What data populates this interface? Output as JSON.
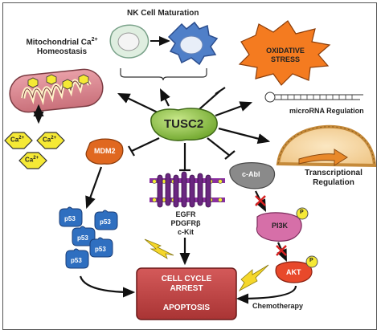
{
  "center": "TUSC2",
  "nk": {
    "title": "NK Cell Maturation"
  },
  "mito": {
    "title_line1": "Mitochondrial Ca",
    "title_sup": "2+",
    "title_line2": "Homeostasis"
  },
  "calcium": {
    "label": "Ca",
    "sup": "2+"
  },
  "oxidative": {
    "line1": "OXIDATIVE",
    "line2": "STRESS"
  },
  "microrna": {
    "label": "microRNA Regulation"
  },
  "transcription": {
    "line1": "Transcriptional",
    "line2": "Regulation"
  },
  "mdm2": {
    "label": "MDM2"
  },
  "p53": {
    "label": "p53"
  },
  "receptors": {
    "line1": "EGFR",
    "line2": "PDGFRβ",
    "line3": "c-Kit"
  },
  "cabl": {
    "label": "c-Abl"
  },
  "pi3k": {
    "label": "PI3K"
  },
  "akt": {
    "label": "AKT"
  },
  "phospho": {
    "label": "P"
  },
  "outcome": {
    "line1": "CELL CYCLE",
    "line2": "ARREST",
    "line3": "APOPTOSIS"
  },
  "chemo": {
    "label": "Chemotherapy"
  },
  "colors": {
    "tusc2": "#9bc94a",
    "outcome": "#c6494a",
    "pi3k": "#d66fa8",
    "akt": "#e8492b",
    "p53": "#2f6fc0",
    "mdm2": "#e06820",
    "oxidative": "#f47b20",
    "calcium": "#f5e935"
  }
}
